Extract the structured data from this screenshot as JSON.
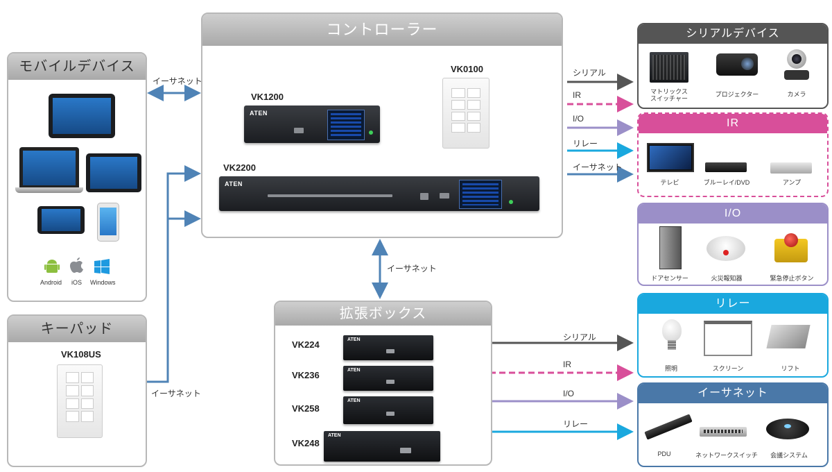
{
  "controller": {
    "title": "コントローラー"
  },
  "mobile": {
    "title": "モバイルデバイス",
    "os": [
      "Android",
      "iOS",
      "Windows"
    ]
  },
  "keypad": {
    "title": "キーパッド",
    "model": "VK108US"
  },
  "expansion": {
    "title": "拡張ボックス",
    "models": [
      "VK224",
      "VK236",
      "VK258",
      "VK248"
    ]
  },
  "devices": {
    "vk1200": "VK1200",
    "vk2200": "VK2200",
    "vk0100": "VK0100"
  },
  "brand": "ATEN",
  "links": {
    "ethernet_mobile": "イーサネット",
    "ethernet_keypad": "イーサネット",
    "ethernet_expansion": "イーサネット",
    "ctrl": [
      "シリアル",
      "IR",
      "I/O",
      "リレー",
      "イーサネット"
    ],
    "exp": [
      "シリアル",
      "IR",
      "I/O",
      "リレー"
    ]
  },
  "serial": {
    "title": "シリアルデバイス",
    "items": [
      "マトリックス\nスイッチャー",
      "プロジェクター",
      "カメラ"
    ]
  },
  "ir": {
    "title": "IR",
    "items": [
      "テレビ",
      "ブルーレイ/DVD",
      "アンプ"
    ]
  },
  "io": {
    "title": "I/O",
    "items": [
      "ドアセンサー",
      "火災報知器",
      "緊急停止ボタン"
    ]
  },
  "relay": {
    "title": "リレー",
    "items": [
      "照明",
      "スクリーン",
      "リフト"
    ]
  },
  "ethernet": {
    "title": "イーサネット",
    "items": [
      "PDU",
      "ネットワークスイッチ",
      "会議システム"
    ]
  },
  "colors": {
    "serial": "#555555",
    "ir": "#d84f9a",
    "io": "#9b8fc8",
    "relay": "#1aa8de",
    "ethernet": "#4a78a8",
    "arrow": "#4f83b6"
  }
}
